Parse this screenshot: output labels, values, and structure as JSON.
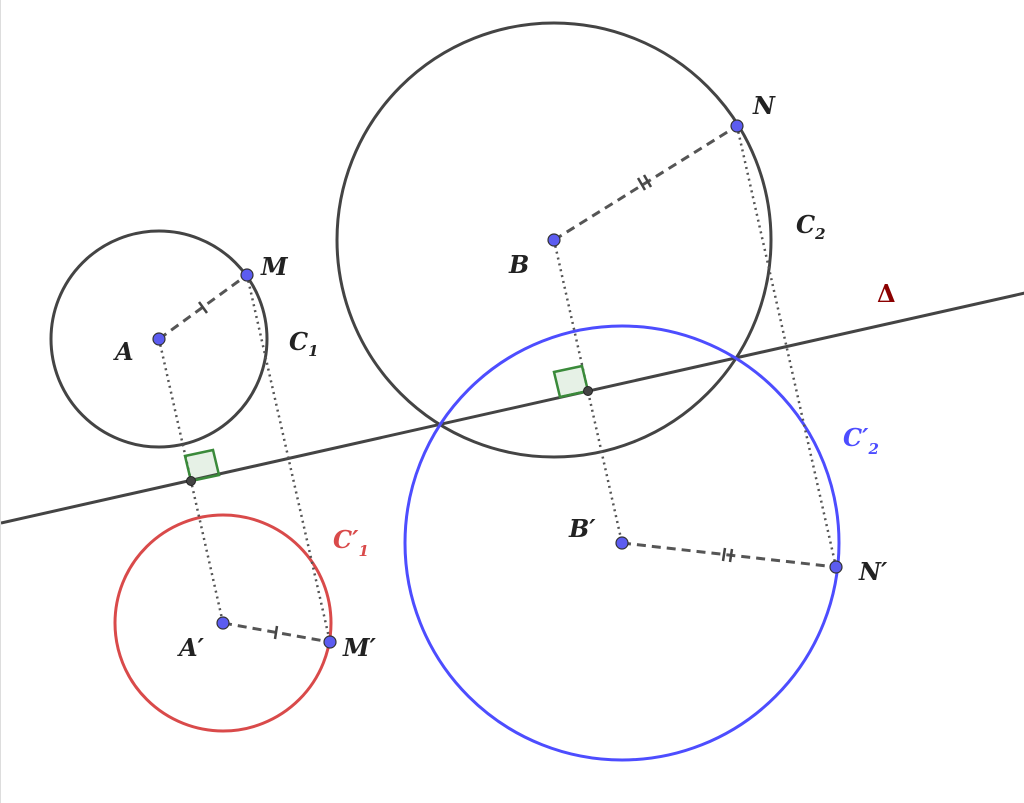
{
  "colors": {
    "ink": "#444444",
    "circle_prime_1": "#d94a4a",
    "circle_prime_2": "#4d4dff",
    "delta": "#8b0000",
    "point": "#5c5cf0",
    "right_angle": "#2e8b2e"
  },
  "labels": {
    "A": "A",
    "M": "M",
    "B": "B",
    "N": "N",
    "A_prime": "A′",
    "M_prime": "M′",
    "B_prime": "B′",
    "N_prime": "N′",
    "C1": "C",
    "C1_sub": "1",
    "C2": "C",
    "C2_sub": "2",
    "C1_prime": "C′",
    "C1_prime_sub": "1",
    "C2_prime": "C′",
    "C2_prime_sub": "2",
    "delta": "Δ"
  }
}
